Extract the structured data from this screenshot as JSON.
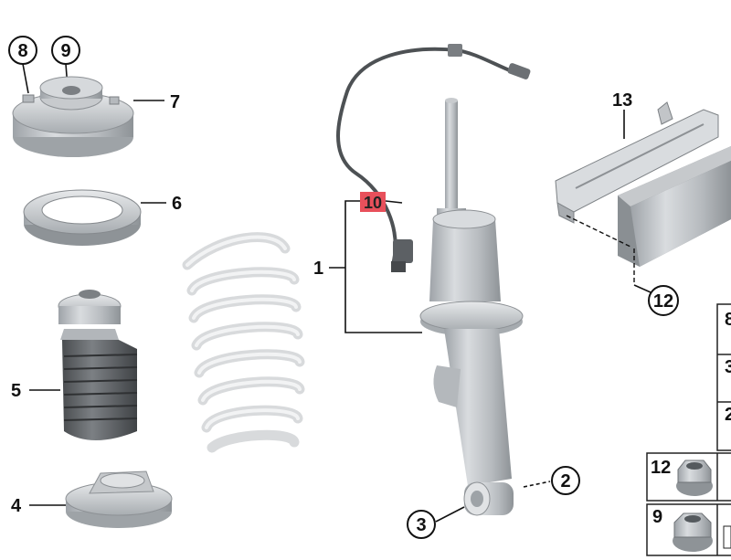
{
  "diagram": {
    "callouts": {
      "c1": "1",
      "c2": "2",
      "c3": "3",
      "c4": "4",
      "c5": "5",
      "c6": "6",
      "c7": "7",
      "c8": "8",
      "c9": "9",
      "c10": "10",
      "c12": "12",
      "c13": "13"
    },
    "legend_rows": [
      {
        "label": "12"
      },
      {
        "label": "9"
      }
    ],
    "legend_edge_digits": [
      "8",
      "3",
      "2"
    ],
    "highlight_color": "#e8505b"
  }
}
